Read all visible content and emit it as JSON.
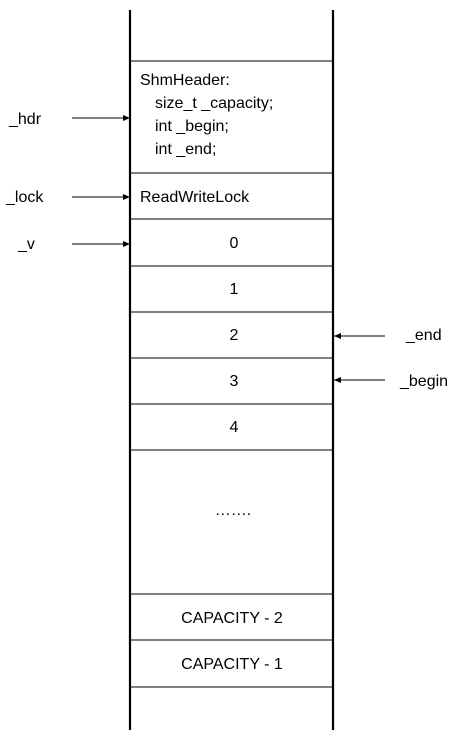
{
  "memory_layout": {
    "header_struct": {
      "title": "ShmHeader:",
      "fields": [
        "size_t _capacity;",
        "int _begin;",
        "int _end;"
      ]
    },
    "lock_label": "ReadWriteLock",
    "slots": [
      "0",
      "1",
      "2",
      "3",
      "4"
    ],
    "ellipsis": "…….",
    "tail_slots": [
      "CAPACITY - 2",
      "CAPACITY - 1"
    ]
  },
  "pointers_left": {
    "hdr": "_hdr",
    "lock": "_lock",
    "v": "_v"
  },
  "pointers_right": {
    "end": "_end",
    "begin": "_begin"
  }
}
